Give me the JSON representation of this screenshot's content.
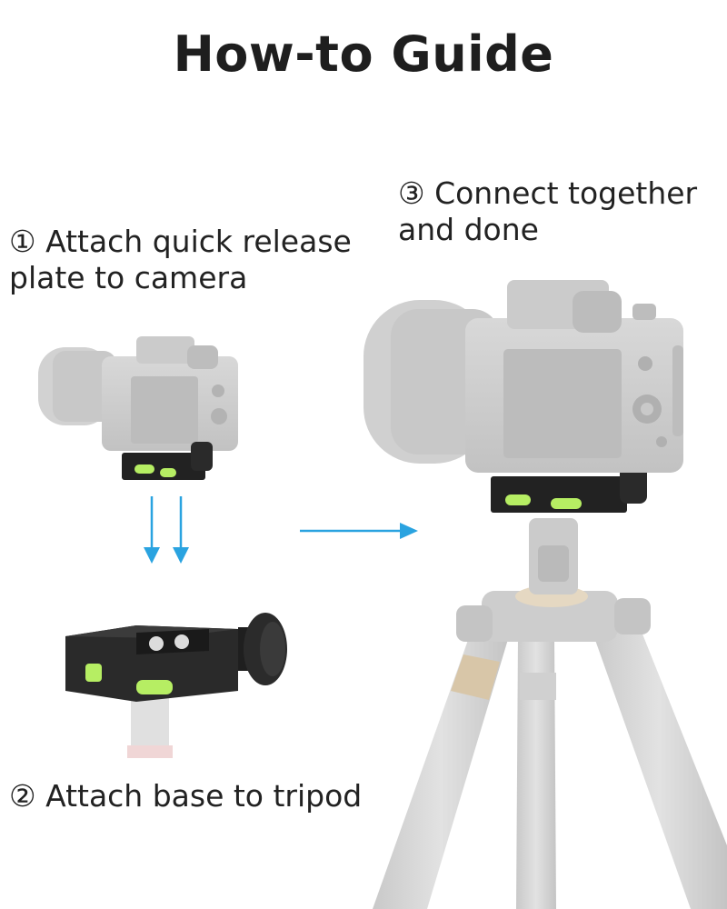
{
  "title": "How-to Guide",
  "steps": [
    {
      "label": "① Attach quick release\nplate to camera"
    },
    {
      "label": "② Attach base to tripod"
    },
    {
      "label": "③ Connect together\nand done"
    }
  ],
  "colors": {
    "arrow": "#2aa3e0",
    "level_vial": "#b6ee63",
    "camera_gray": "#cfcfcf",
    "clamp_black": "#222222"
  },
  "icons": [
    "down-arrow-icon",
    "right-arrow-icon"
  ]
}
